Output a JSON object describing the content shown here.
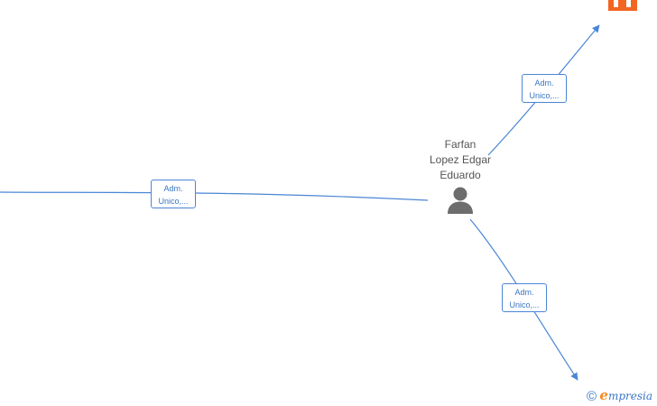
{
  "center_node": {
    "name_lines": [
      "Farfan",
      "Lopez Edgar",
      "Eduardo"
    ],
    "icon": "person-icon"
  },
  "edges": [
    {
      "id": "left",
      "label_lines": [
        "Adm.",
        "Unico,..."
      ]
    },
    {
      "id": "top-right",
      "label_lines": [
        "Adm.",
        "Unico,..."
      ]
    },
    {
      "id": "bottom-right",
      "label_lines": [
        "Adm.",
        "Unico,..."
      ]
    }
  ],
  "top_right_node": {
    "icon": "building-icon",
    "color": "#f26522"
  },
  "footer": {
    "copyright_symbol": "©",
    "brand_initial": "e",
    "brand_rest": "mpresia"
  },
  "colors": {
    "edge": "#4a86d6",
    "label_text": "#3a76c4",
    "name_text": "#555555",
    "person": "#6d6d6d"
  }
}
